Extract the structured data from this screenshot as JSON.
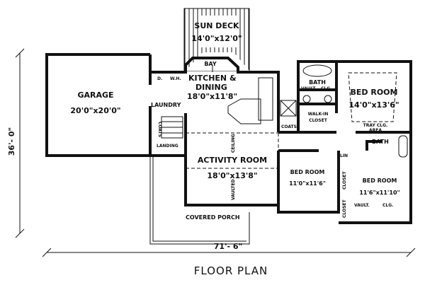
{
  "plan": {
    "title": "FLOOR PLAN",
    "overall_width": "71'- 6\"",
    "overall_depth": "36'- 0\"",
    "rooms": {
      "sun_deck": {
        "name": "SUN DECK",
        "size": "14'0\"x12'0\""
      },
      "bay": {
        "name": "BAY"
      },
      "kitchen": {
        "name_1": "KITCHEN &",
        "name_2": "DINING",
        "size": "18'0\"x11'8\""
      },
      "garage": {
        "name": "GARAGE",
        "size": "20'0\"x20'0\""
      },
      "laundry": {
        "name": "LAUNDRY",
        "d": "D.",
        "wh": "W.H."
      },
      "coats_stair": {
        "name": "COATS"
      },
      "landing": {
        "name": "LANDING"
      },
      "master_bath": {
        "name": "BATH",
        "vault": "VAULT.",
        "clg": "CLG."
      },
      "master_bed": {
        "name": "BED ROOM",
        "size": "14'0\"x13'6\"",
        "tray_1": "TRAY CLG.",
        "tray_2": "AREA"
      },
      "walk_in": {
        "name_1": "WALK-IN",
        "name_2": "CLOSET"
      },
      "coats": {
        "name": "COATS"
      },
      "bath2": {
        "name": "BATH"
      },
      "lin": {
        "name": "LIN"
      },
      "activity": {
        "name": "ACTIVITY ROOM",
        "size": "18'0\"x13'8\"",
        "ceiling": "CEILING",
        "vaulted": "VAULTED"
      },
      "bed2": {
        "name": "BED ROOM",
        "size": "11'0\"x11'6\"",
        "closet": "CLOSET"
      },
      "bed3": {
        "name": "BED ROOM",
        "size": "11'6\"x11'10\"",
        "closet": "CLOSET",
        "vault": "VAULT.",
        "clg": "CLG."
      },
      "porch": {
        "name": "COVERED PORCH"
      }
    }
  }
}
